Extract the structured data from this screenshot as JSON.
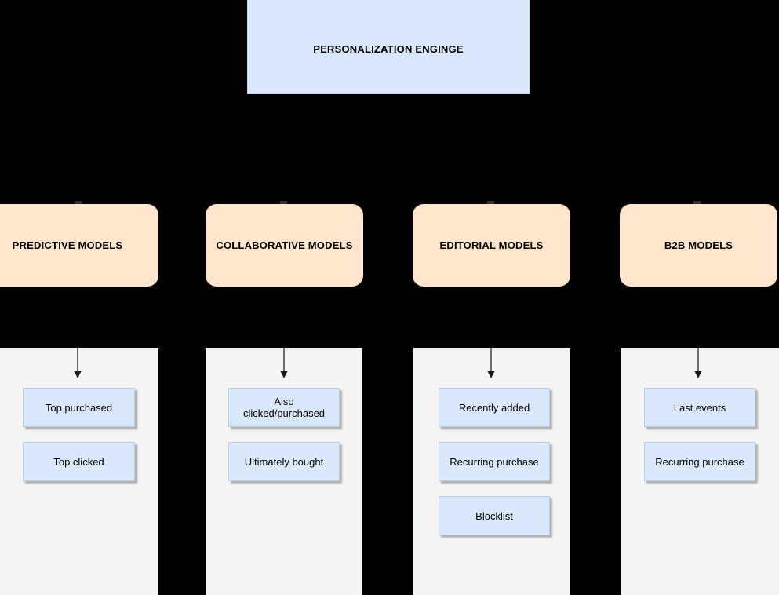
{
  "diagram": {
    "background_color": "#000000",
    "engine": {
      "label": "PERSONALIZATION ENGINGE",
      "fill_color": "#dae8fc"
    },
    "models": [
      {
        "label": "PREDICTIVE MODELS",
        "fill_color": "#ffe6cc"
      },
      {
        "label": "COLLABORATIVE MODELS",
        "fill_color": "#ffe6cc"
      },
      {
        "label": "EDITORIAL MODELS",
        "fill_color": "#ffe6cc"
      },
      {
        "label": "B2B MODELS",
        "fill_color": "#ffe6cc"
      }
    ],
    "panels": [
      {
        "panel_color": "#f4f4f4",
        "items": [
          {
            "label": "Top purchased"
          },
          {
            "label": "Top clicked"
          }
        ]
      },
      {
        "panel_color": "#f4f4f4",
        "items": [
          {
            "label": "Also\nclicked/purchased"
          },
          {
            "label": "Ultimately bought"
          }
        ]
      },
      {
        "panel_color": "#f4f4f4",
        "items": [
          {
            "label": "Recently added"
          },
          {
            "label": "Recurring purchase"
          },
          {
            "label": "Blocklist"
          }
        ]
      },
      {
        "panel_color": "#f4f4f4",
        "items": [
          {
            "label": "Last events"
          },
          {
            "label": "Recurring purchase"
          }
        ]
      }
    ]
  }
}
